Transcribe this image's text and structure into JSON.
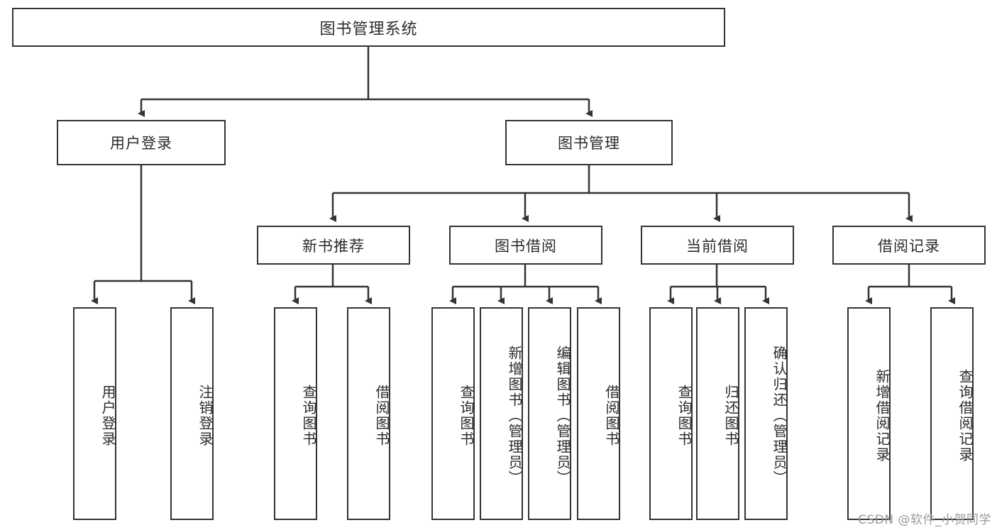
{
  "diagram": {
    "type": "tree-hierarchy",
    "title": "图书管理系统",
    "watermark": "CSDN @软件_小贺同学",
    "colors": {
      "box_border": "#333333",
      "box_fill": "#ffffff",
      "edge": "#333333",
      "text": "#2b2b2b",
      "watermark": "#9a9a9a",
      "background": "#ffffff"
    },
    "root": {
      "label": "图书管理系统"
    },
    "level2": [
      {
        "id": "user-login",
        "label": "用户登录"
      },
      {
        "id": "book-manage",
        "label": "图书管理"
      }
    ],
    "level3": [
      {
        "id": "new-book-recommend",
        "label": "新书推荐",
        "parent": "book-manage"
      },
      {
        "id": "book-borrow",
        "label": "图书借阅",
        "parent": "book-manage"
      },
      {
        "id": "current-borrow",
        "label": "当前借阅",
        "parent": "book-manage"
      },
      {
        "id": "borrow-record",
        "label": "借阅记录",
        "parent": "book-manage"
      }
    ],
    "leaves": {
      "user_login": [
        {
          "id": "leaf-user-login",
          "label": "用户登录"
        },
        {
          "id": "leaf-logout",
          "label": "注销登录"
        }
      ],
      "new_book_recommend": [
        {
          "id": "leaf-query-book-1",
          "label": "查询图书"
        },
        {
          "id": "leaf-borrow-book-1",
          "label": "借阅图书"
        }
      ],
      "book_borrow": [
        {
          "id": "leaf-query-book-2",
          "label": "查询图书"
        },
        {
          "id": "leaf-add-book",
          "label": "新增图书（管理员）"
        },
        {
          "id": "leaf-edit-book",
          "label": "编辑图书（管理员）"
        },
        {
          "id": "leaf-borrow-book-2",
          "label": "借阅图书"
        }
      ],
      "current_borrow": [
        {
          "id": "leaf-query-book-3",
          "label": "查询图书"
        },
        {
          "id": "leaf-return-book",
          "label": "归还图书"
        },
        {
          "id": "leaf-confirm-return",
          "label": "确认归还（管理员）"
        }
      ],
      "borrow_record": [
        {
          "id": "leaf-add-record",
          "label": "新增借阅记录"
        },
        {
          "id": "leaf-query-record",
          "label": "查询借阅记录"
        }
      ]
    }
  }
}
